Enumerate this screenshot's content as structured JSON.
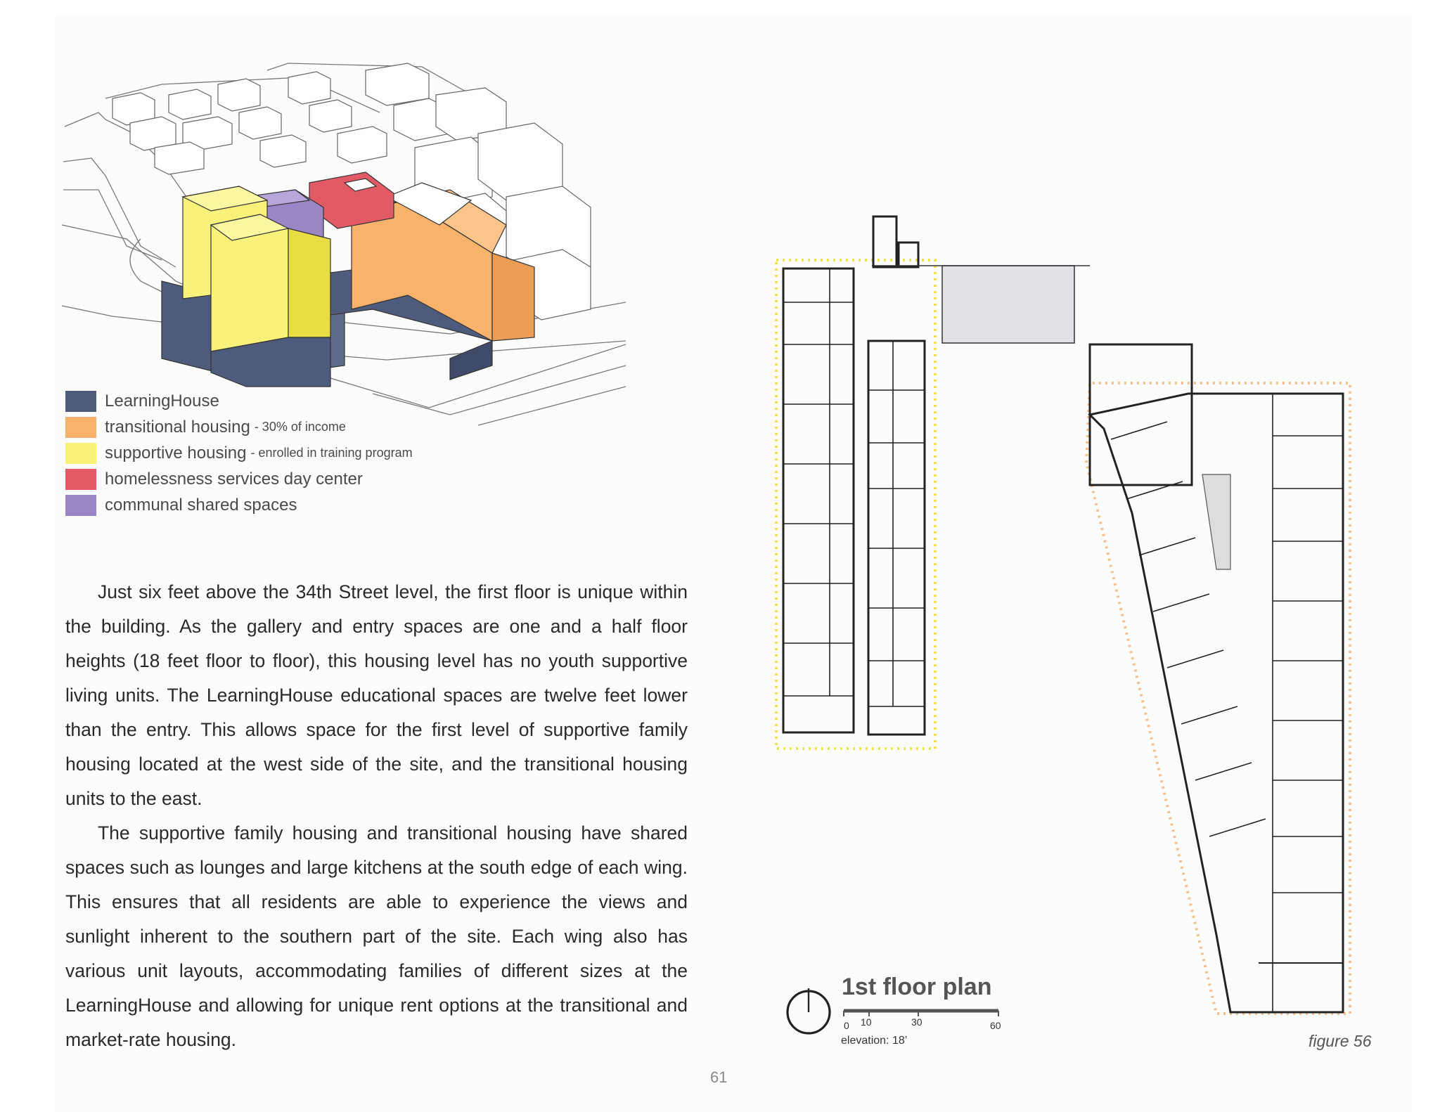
{
  "legend": [
    {
      "label": "LearningHouse",
      "note": "",
      "color": "#4f5b7c"
    },
    {
      "label": "transitional housing",
      "note": "- 30% of income",
      "color": "#f7b26c"
    },
    {
      "label": "supportive housing",
      "note": "- enrolled in training program",
      "color": "#f8f17a"
    },
    {
      "label": "homelessness services day center",
      "note": "",
      "color": "#e35a67"
    },
    {
      "label": "communal shared spaces",
      "note": "",
      "color": "#9a86c4"
    }
  ],
  "body": {
    "paragraphs": [
      "Just six feet above the 34th Street level, the first floor is unique within the building. As the gallery and entry spaces are one and a half floor heights (18 feet floor to floor), this housing level has no youth supportive living units. The LearningHouse educational spaces are twelve feet lower than the entry. This allows space for the first level of supportive family housing located at the west side of the site, and the transitional housing units to the east.",
      "The supportive family housing and transitional housing have shared spaces such as lounges and large kitchens at the south edge of each wing. This ensures that all residents are able to experience the views and sunlight inherent to the southern part of the site. Each wing also has various unit layouts, accommodating families of different sizes at the LearningHouse and allowing for unique rent options at the transitional and market-rate housing."
    ]
  },
  "page_number": "61",
  "plan": {
    "title": "1st floor plan",
    "scale": {
      "t0": "0",
      "t10": "10",
      "t30": "30",
      "t60": "60"
    },
    "elevation": "elevation: 18’",
    "figure": "figure 56"
  }
}
